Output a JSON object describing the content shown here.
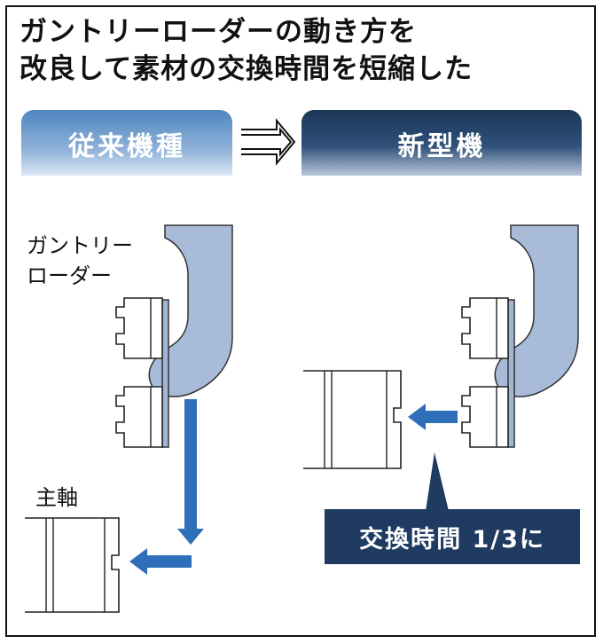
{
  "title": {
    "line1": "ガントリーローダーの動き方を",
    "line2": "改良して素材の交換時間を短縮した"
  },
  "headers": {
    "old": "従来機種",
    "new": "新型機"
  },
  "labels": {
    "gantry_loader_line1": "ガントリー",
    "gantry_loader_line2": "ローダー",
    "spindle": "主軸"
  },
  "callout": "交換時間 1/3に",
  "colors": {
    "old_header": "#4f86bf",
    "new_header": "#1f3b61",
    "loader_arm": "#a8bcd9",
    "arrow": "#2f6fba",
    "callout_bg": "#1f3b61"
  },
  "icons": {
    "transition_arrow": "double-outline-arrow-right",
    "motion_arrows": "blue-arrow"
  }
}
